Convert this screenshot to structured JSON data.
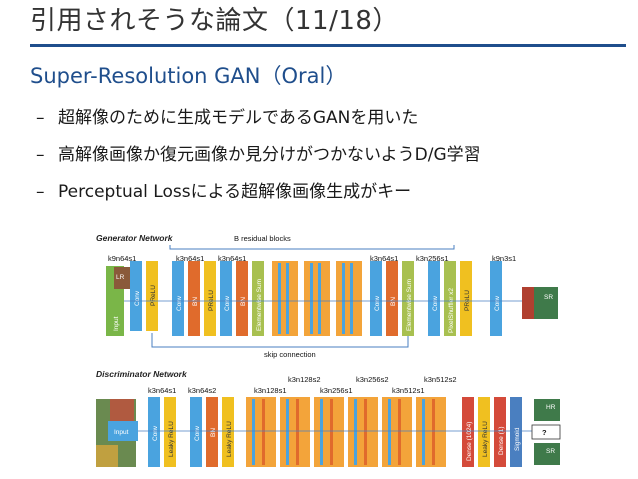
{
  "slide": {
    "title": "引用されそうな論文（11/18）",
    "subtitle": "Super-Resolution GAN（Oral）",
    "bullets": [
      "超解像のために生成モデルであるGANを用いた",
      "高解像画像か復元画像か見分けがつかないようD/G学習",
      "Perceptual Lossによる超解像画像生成がキー"
    ],
    "bullet_marker": "–"
  },
  "figure": {
    "generator": {
      "label": "Generator Network",
      "residual_label": "B residual blocks",
      "skip_label": "skip connection",
      "config_labels": [
        "k9n64s1",
        "k3n64s1",
        "k3n64s1",
        "k3n64s1",
        "k3n256s1",
        "k9n3s1"
      ],
      "blocks": [
        "Input",
        "LR",
        "Conv",
        "PReLU",
        "Conv",
        "BN",
        "PReLU",
        "Conv",
        "BN",
        "Elementwise Sum",
        "Conv",
        "BN",
        "Elementwise Sum",
        "Conv",
        "PixelShuffler x2",
        "PReLU",
        "Conv",
        "SR"
      ]
    },
    "discriminator": {
      "label": "Discriminator Network",
      "config_labels_top": [
        "k3n128s2",
        "k3n256s2",
        "k3n512s2"
      ],
      "config_labels_bottom": [
        "k3n64s1",
        "k3n64s2",
        "k3n128s1",
        "k3n256s1",
        "k3n512s1"
      ],
      "blocks": [
        "Input",
        "Conv",
        "Leaky ReLU",
        "Conv",
        "BN",
        "Leaky ReLU",
        "Dense (1024)",
        "Leaky ReLU",
        "Dense (1)",
        "Sigmoid"
      ],
      "outputs": [
        "HR",
        "SR"
      ],
      "question": "?"
    },
    "colors": {
      "input": "#7ab648",
      "conv": "#4aa3df",
      "bn": "#e06b2c",
      "relu": "#f0c020",
      "sum": "#a8c050",
      "dense": "#d44a3a",
      "sigmoid": "#4a7fc0",
      "accent": "#1f4e8c"
    }
  }
}
